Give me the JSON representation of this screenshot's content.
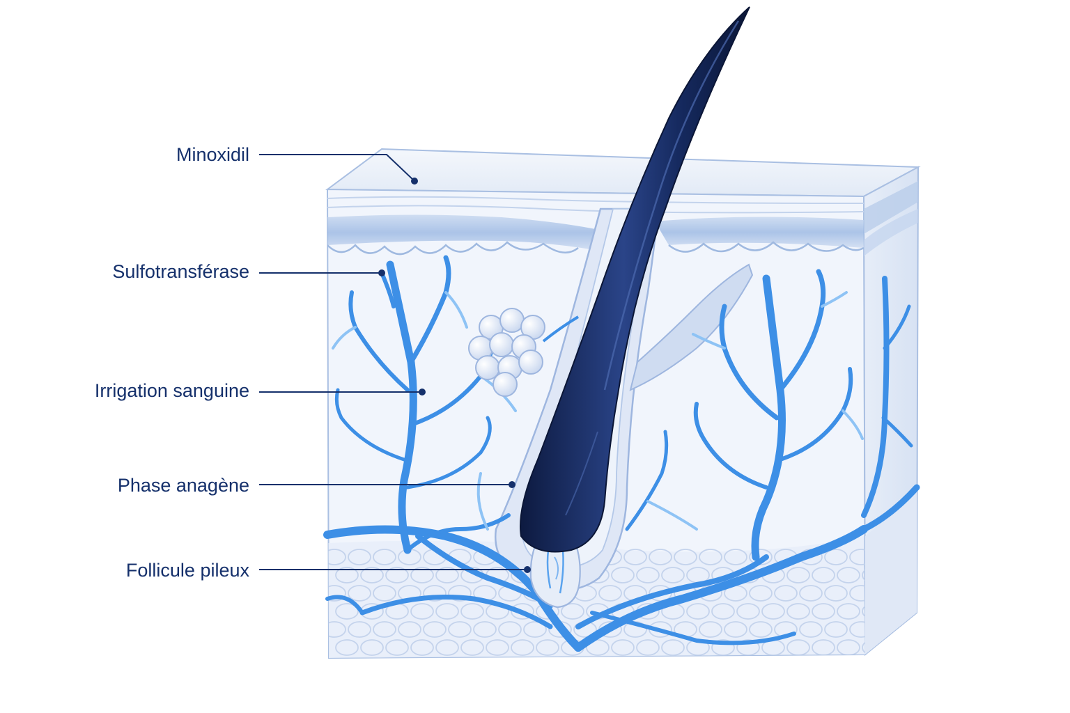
{
  "labels": [
    {
      "id": "minoxidil",
      "text": "Minoxidil"
    },
    {
      "id": "sulfotransferase",
      "text": "Sulfotransférase"
    },
    {
      "id": "irrigation",
      "text": "Irrigation sanguine"
    },
    {
      "id": "anagen",
      "text": "Phase anagène"
    },
    {
      "id": "follicle",
      "text": "Follicule pileux"
    }
  ],
  "colors": {
    "label_text": "#15306b",
    "leader_line": "#15306b",
    "vessel": "#3d8fe6",
    "vessel_light": "#8ec3f5",
    "hair": "#172a5e",
    "tissue": "#eef3fb",
    "tissue_edge": "#a9bfe2",
    "epidermis_band": "#b9cdea"
  },
  "icons": [
    "hair-shaft-icon",
    "sebaceous-gland-icon",
    "blood-vessel-icon",
    "dermal-papilla-icon"
  ]
}
